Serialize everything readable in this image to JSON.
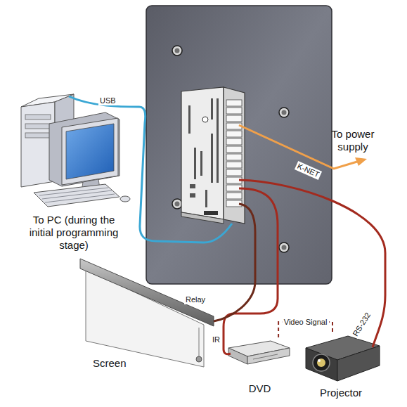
{
  "diagram": {
    "nodes": [
      {
        "text": [
          "To PC (during the initial programming stage)"
        ]
      },
      {
        "text": [
          "Screen"
        ]
      },
      {
        "text": [
          "DVD"
        ]
      },
      {
        "text": [
          "Projector"
        ]
      }
    ],
    "edges": [
      {
        "from": 2,
        "to": 3,
        "arrow": "none",
        "label": "Video Signal"
      }
    ],
    "labels": [
      "USB",
      "To power supply",
      "K-NET",
      "Relay",
      "IR",
      "RS-232"
    ]
  }
}
